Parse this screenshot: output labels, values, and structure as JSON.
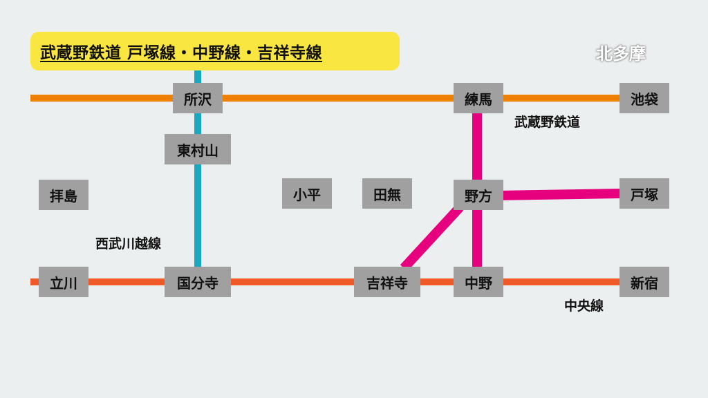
{
  "title": "武蔵野鉄道 戸塚線・中野線・吉祥寺線",
  "region": "北多摩",
  "colors": {
    "orange_line": "#f08000",
    "chuo_line": "#f05a28",
    "seibu_line": "#1aa7c0",
    "pink_line": "#e6007e",
    "station_box": "#a0a0a0",
    "title_bg": "#fae640"
  },
  "stations": {
    "tokorozawa": "所沢",
    "nerima": "練馬",
    "ikebukuro": "池袋",
    "higashimurayama": "東村山",
    "haijima": "拝島",
    "kodaira": "小平",
    "tanashi": "田無",
    "nogata": "野方",
    "totsuka": "戸塚",
    "tachikawa": "立川",
    "kokubunji": "国分寺",
    "kichijoji": "吉祥寺",
    "nakano": "中野",
    "shinjuku": "新宿"
  },
  "line_labels": {
    "musashino": "武蔵野鉄道",
    "seibu_kawagoe": "西武川越線",
    "chuo": "中央線"
  }
}
